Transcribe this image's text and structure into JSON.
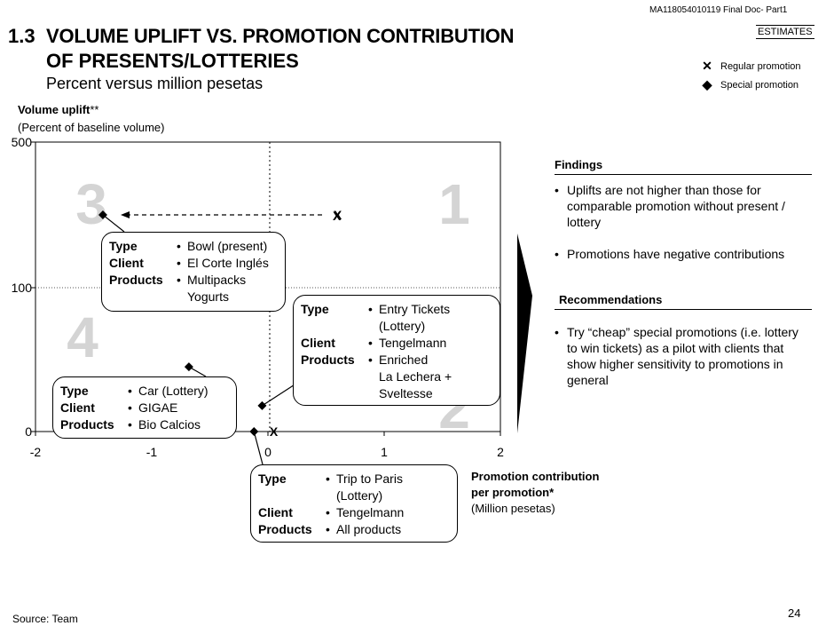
{
  "header": {
    "doc_id": "MA118054010119 Final Doc- Part1",
    "estimates": "ESTIMATES",
    "section_number": "1.3",
    "title_line1": "VOLUME UPLIFT VS. PROMOTION CONTRIBUTION",
    "title_line2": "OF PRESENTS/LOTTERIES",
    "subtitle": "Percent versus million pesetas"
  },
  "legend": [
    {
      "label": "Regular promotion",
      "marker": "X"
    },
    {
      "label": "Special promotion",
      "marker": "diamond"
    }
  ],
  "chart_data": {
    "type": "scatter",
    "ylabel_bold": "Volume uplift",
    "ylabel_suffix": "**",
    "ylabel_sub": "(Percent of baseline volume)",
    "xlabel_line1": "Promotion contribution",
    "xlabel_line2": "per promotion*",
    "xlabel_line3": "(Million pesetas)",
    "x_ticks": [
      "-2",
      "-1",
      "0",
      "1",
      "2"
    ],
    "y_ticks": [
      "0",
      "100",
      "500"
    ],
    "xlim": [
      -2,
      2
    ],
    "y_scale": "broken: 0, 100, 500",
    "quadrant_labels": [
      "1",
      "2",
      "3",
      "4"
    ],
    "series": [
      {
        "name": "Regular promotion",
        "marker": "X",
        "points": [
          {
            "x": 0.05,
            "y": 0
          },
          {
            "x": 0.6,
            "y": 300
          }
        ]
      },
      {
        "name": "Special promotion",
        "marker": "diamond",
        "points": [
          {
            "x": -1.42,
            "y": 300
          },
          {
            "x": -0.68,
            "y": 45
          },
          {
            "x": -0.05,
            "y": 18
          },
          {
            "x": -0.12,
            "y": 0
          }
        ]
      }
    ],
    "arrow_label": "X",
    "grid": false
  },
  "callouts": [
    {
      "rows": [
        {
          "key": "Type",
          "lines": [
            "Bowl (present)"
          ]
        },
        {
          "key": "Client",
          "lines": [
            "El Corte Inglés"
          ]
        },
        {
          "key": "Products",
          "lines": [
            "Multipacks",
            "Yogurts"
          ]
        }
      ]
    },
    {
      "rows": [
        {
          "key": "Type",
          "lines": [
            "Entry Tickets",
            "(Lottery)"
          ]
        },
        {
          "key": "Client",
          "lines": [
            "Tengelmann"
          ]
        },
        {
          "key": "Products",
          "lines": [
            "Enriched",
            "La Lechera +",
            "Sveltesse"
          ]
        }
      ]
    },
    {
      "rows": [
        {
          "key": "Type",
          "lines": [
            "Car (Lottery)"
          ]
        },
        {
          "key": "Client",
          "lines": [
            "GIGAE"
          ]
        },
        {
          "key": "Products",
          "lines": [
            "Bio Calcios"
          ]
        }
      ]
    },
    {
      "rows": [
        {
          "key": "Type",
          "lines": [
            "Trip to Paris",
            "(Lottery)"
          ]
        },
        {
          "key": "Client",
          "lines": [
            "Tengelmann"
          ]
        },
        {
          "key": "Products",
          "lines": [
            "All products"
          ]
        }
      ]
    }
  ],
  "sidebar": {
    "findings_heading": "Findings",
    "findings": [
      "Uplifts are not higher than those for comparable promotion without present / lottery",
      "Promotions have negative contributions"
    ],
    "recommendations_heading": "Recommendations",
    "recommendations": [
      "Try “cheap” special promotions (i.e. lottery to win tickets) as a pilot with clients that show higher sensitivity to promotions in general"
    ]
  },
  "footer": {
    "source": "Source: Team",
    "page_number": "24"
  }
}
